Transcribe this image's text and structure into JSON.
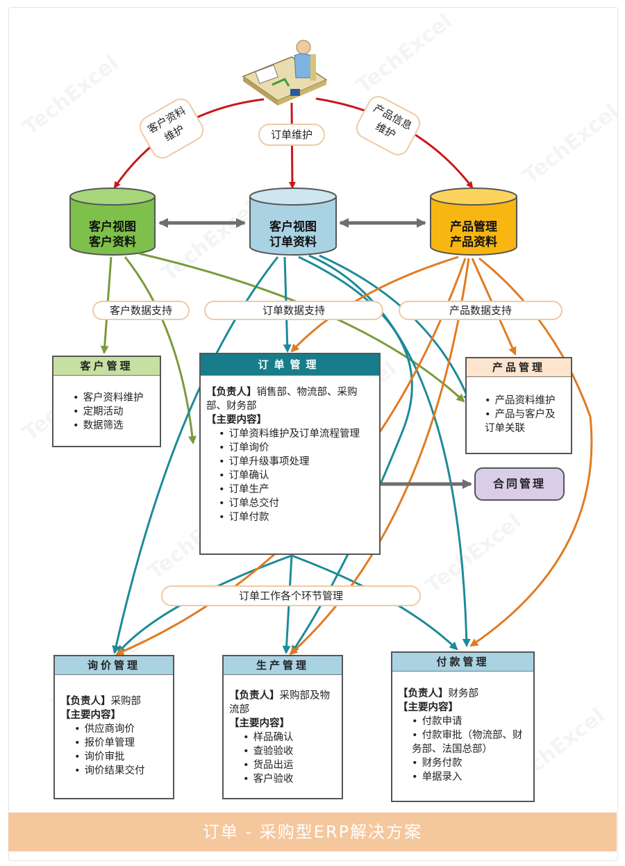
{
  "watermark": "TechExcel",
  "actor": {
    "icon": "person-at-desk-icon"
  },
  "top_pills": {
    "customer": "客户资料\n维护",
    "order": "订单维护",
    "product": "产品信息\n维护"
  },
  "databases": {
    "customer": {
      "line1": "客户视图",
      "line2": "客户资料",
      "color": "#7ec04b"
    },
    "order": {
      "line1": "客户视图",
      "line2": "订单资料",
      "color": "#a9d3e3"
    },
    "product": {
      "line1": "产品管理",
      "line2": "产品资料",
      "color": "#f7b612"
    }
  },
  "support_pills": {
    "customer": "客户数据支持",
    "order": "订单数据支持",
    "product": "产品数据支持"
  },
  "customer_mgmt": {
    "title": "客户管理",
    "items": [
      "客户资料维护",
      "定期活动",
      "数据筛选"
    ]
  },
  "order_mgmt": {
    "title": "订单管理",
    "owner_tag": "【负责人】",
    "owner": "销售部、物流部、采购部、财务部",
    "content_tag": "【主要内容】",
    "items": [
      "订单资料维护及订单流程管理",
      "订单询价",
      "订单升级事项处理",
      "订单确认",
      "订单生产",
      "订单总交付",
      "订单付款"
    ]
  },
  "product_mgmt": {
    "title": "产品管理",
    "items": [
      "产品资料维护",
      "产品与客户及订单关联"
    ]
  },
  "contract_mgmt": {
    "title": "合同管理"
  },
  "workflow_pill": "订单工作各个环节管理",
  "inquiry_mgmt": {
    "title": "询价管理",
    "owner_tag": "【负责人】",
    "owner": "采购部",
    "content_tag": "【主要内容】",
    "items": [
      "供应商询价",
      "报价单管理",
      "询价审批",
      "询价结果交付"
    ]
  },
  "production_mgmt": {
    "title": "生产管理",
    "owner_tag": "【负责人】",
    "owner": "采购部及物流部",
    "content_tag": "【主要内容】",
    "items": [
      "样品确认",
      "查验验收",
      "货品出运",
      "客户验收"
    ]
  },
  "payment_mgmt": {
    "title": "付款管理",
    "owner_tag": "【负责人】",
    "owner": "财务部",
    "content_tag": "【主要内容】",
    "items": [
      "付款申请",
      "付款审批（物流部、财务部、法国总部）",
      "财务付款",
      "单据录入"
    ]
  },
  "footer_title": "订单 - 采购型ERP解决方案",
  "colors": {
    "red": "#c8161d",
    "teal": "#1d8a99",
    "orange": "#e07b22",
    "olive": "#7a9a3a",
    "gray": "#6e6e6e"
  }
}
